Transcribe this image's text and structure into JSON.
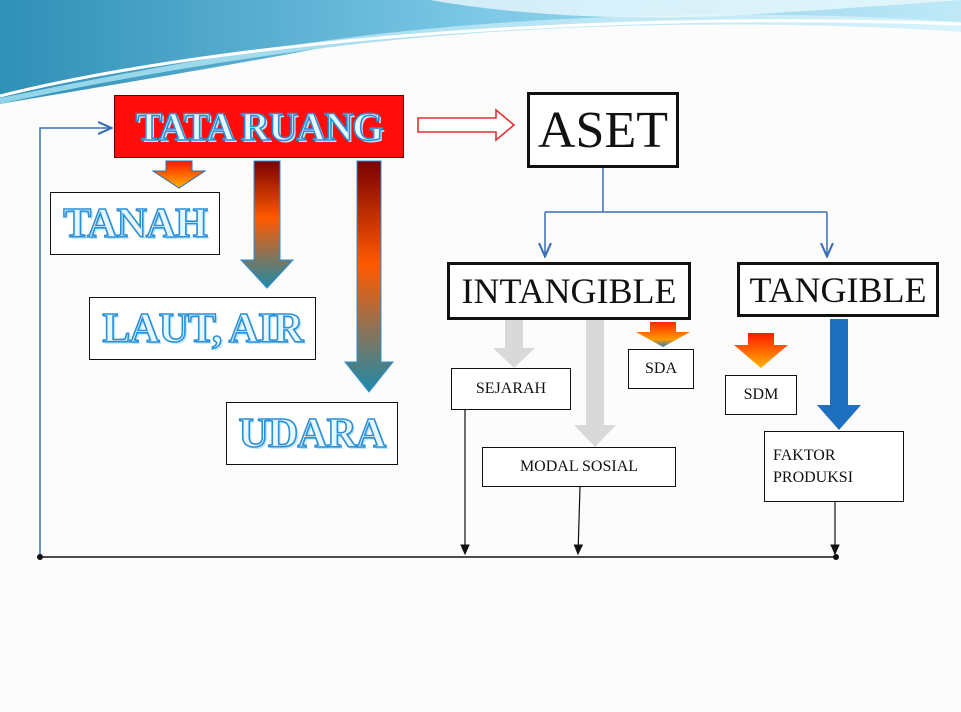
{
  "nodes": {
    "tata_ruang": "TATA RUANG",
    "aset": "ASET",
    "tanah": "TANAH",
    "laut_air": "LAUT, AIR",
    "udara": "UDARA",
    "intangible": "INTANGIBLE",
    "tangible": "TANGIBLE",
    "sejarah": "SEJARAH",
    "sda": "SDA",
    "sdm": "SDM",
    "modal_sosial": "MODAL SOSIAL",
    "faktor_produksi_line1": "FAKTOR",
    "faktor_produksi_line2": "PRODUKSI"
  },
  "colors": {
    "tata_ruang_fill": "#ff0d0d",
    "outline_text": "#2a8fd6",
    "connector": "#3a6fb5",
    "gray_arrow": "#d8d8d8",
    "blue_arrow": "#1f6fc0"
  }
}
